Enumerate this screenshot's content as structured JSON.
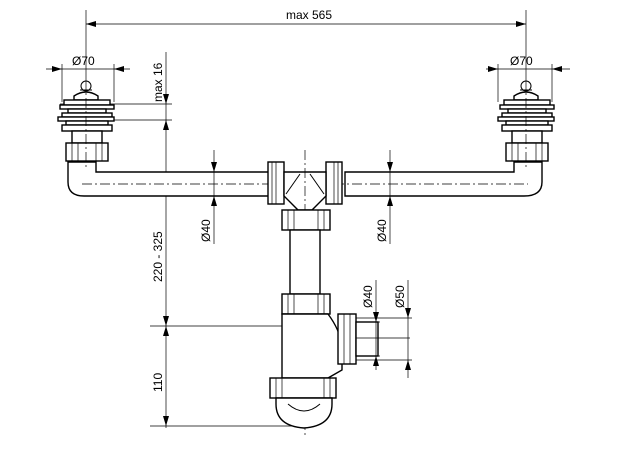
{
  "dimensions": {
    "overall_width": "max 565",
    "left_outlet_diameter": "Ø70",
    "right_outlet_diameter": "Ø70",
    "strainer_height": "max 16",
    "height_range": "220 - 325",
    "trap_height": "110",
    "left_pipe_diameter": "Ø40",
    "right_pipe_diameter": "Ø40",
    "outlet_diameter_small": "Ø40",
    "outlet_diameter_large": "Ø50"
  },
  "colors": {
    "line": "#000000",
    "background": "#ffffff"
  }
}
